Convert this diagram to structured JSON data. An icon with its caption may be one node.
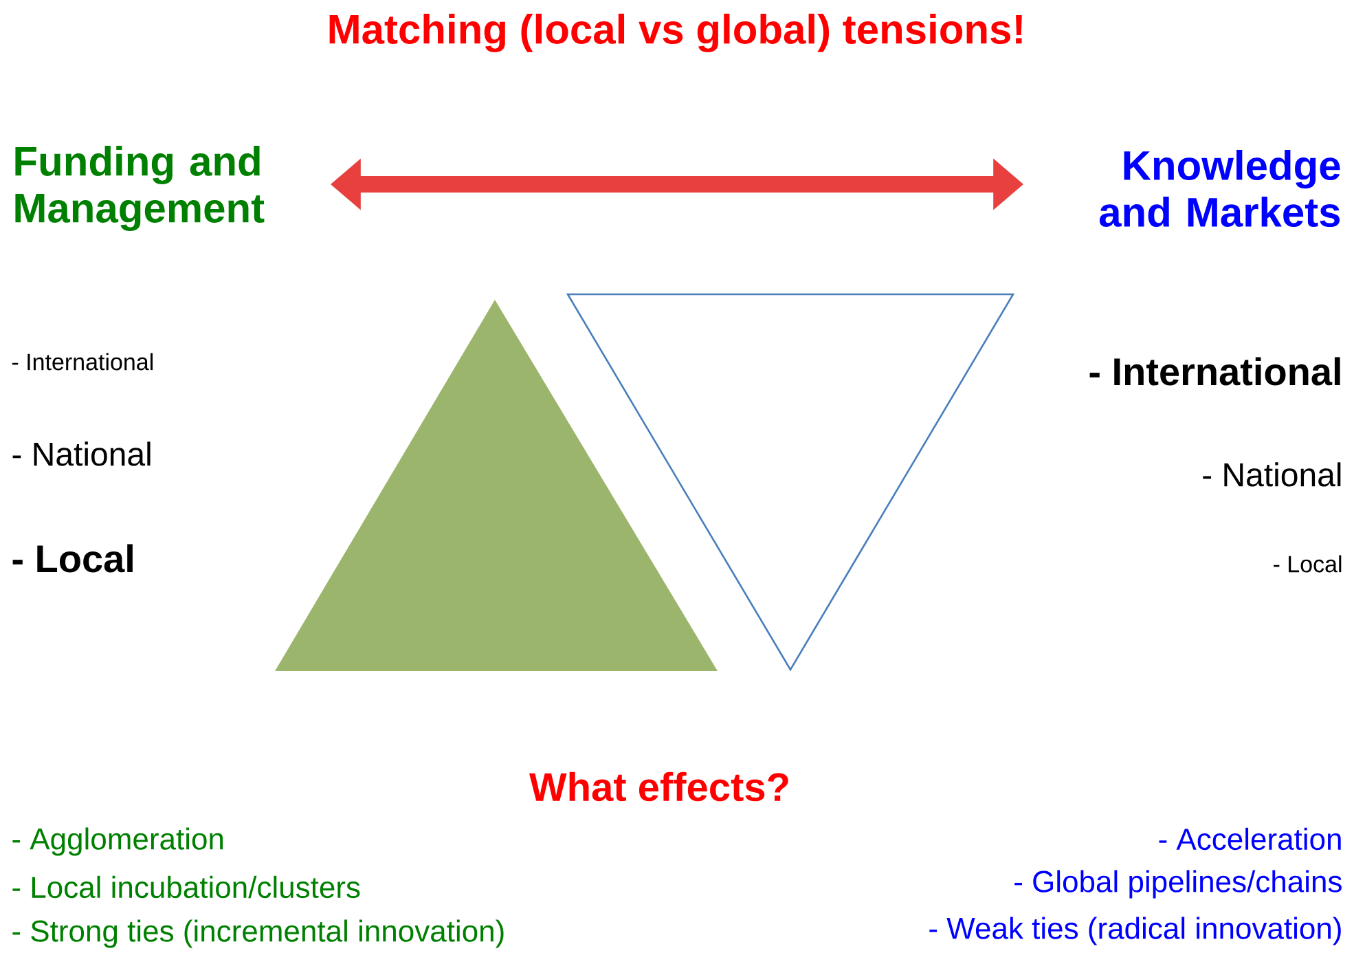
{
  "diagram": {
    "title": "Matching (local vs global) tensions!",
    "nodes": [
      {
        "text": [
          "Funding and Management"
        ]
      },
      {
        "text": [
          "Knowledge and Markets"
        ]
      }
    ],
    "edges": [
      {
        "from": 0,
        "to": 1,
        "arrow": "both",
        "color": "#e8403f"
      }
    ],
    "labels": [
      "- International",
      "- National",
      "- Local",
      "- International",
      "- National",
      "- Local",
      "What effects?",
      "- Agglomeration",
      "- Local incubation/clusters",
      "- Strong ties (incremental innovation)",
      "- Acceleration",
      "- Global pipelines/chains",
      "- Weak ties (radical innovation)"
    ]
  }
}
